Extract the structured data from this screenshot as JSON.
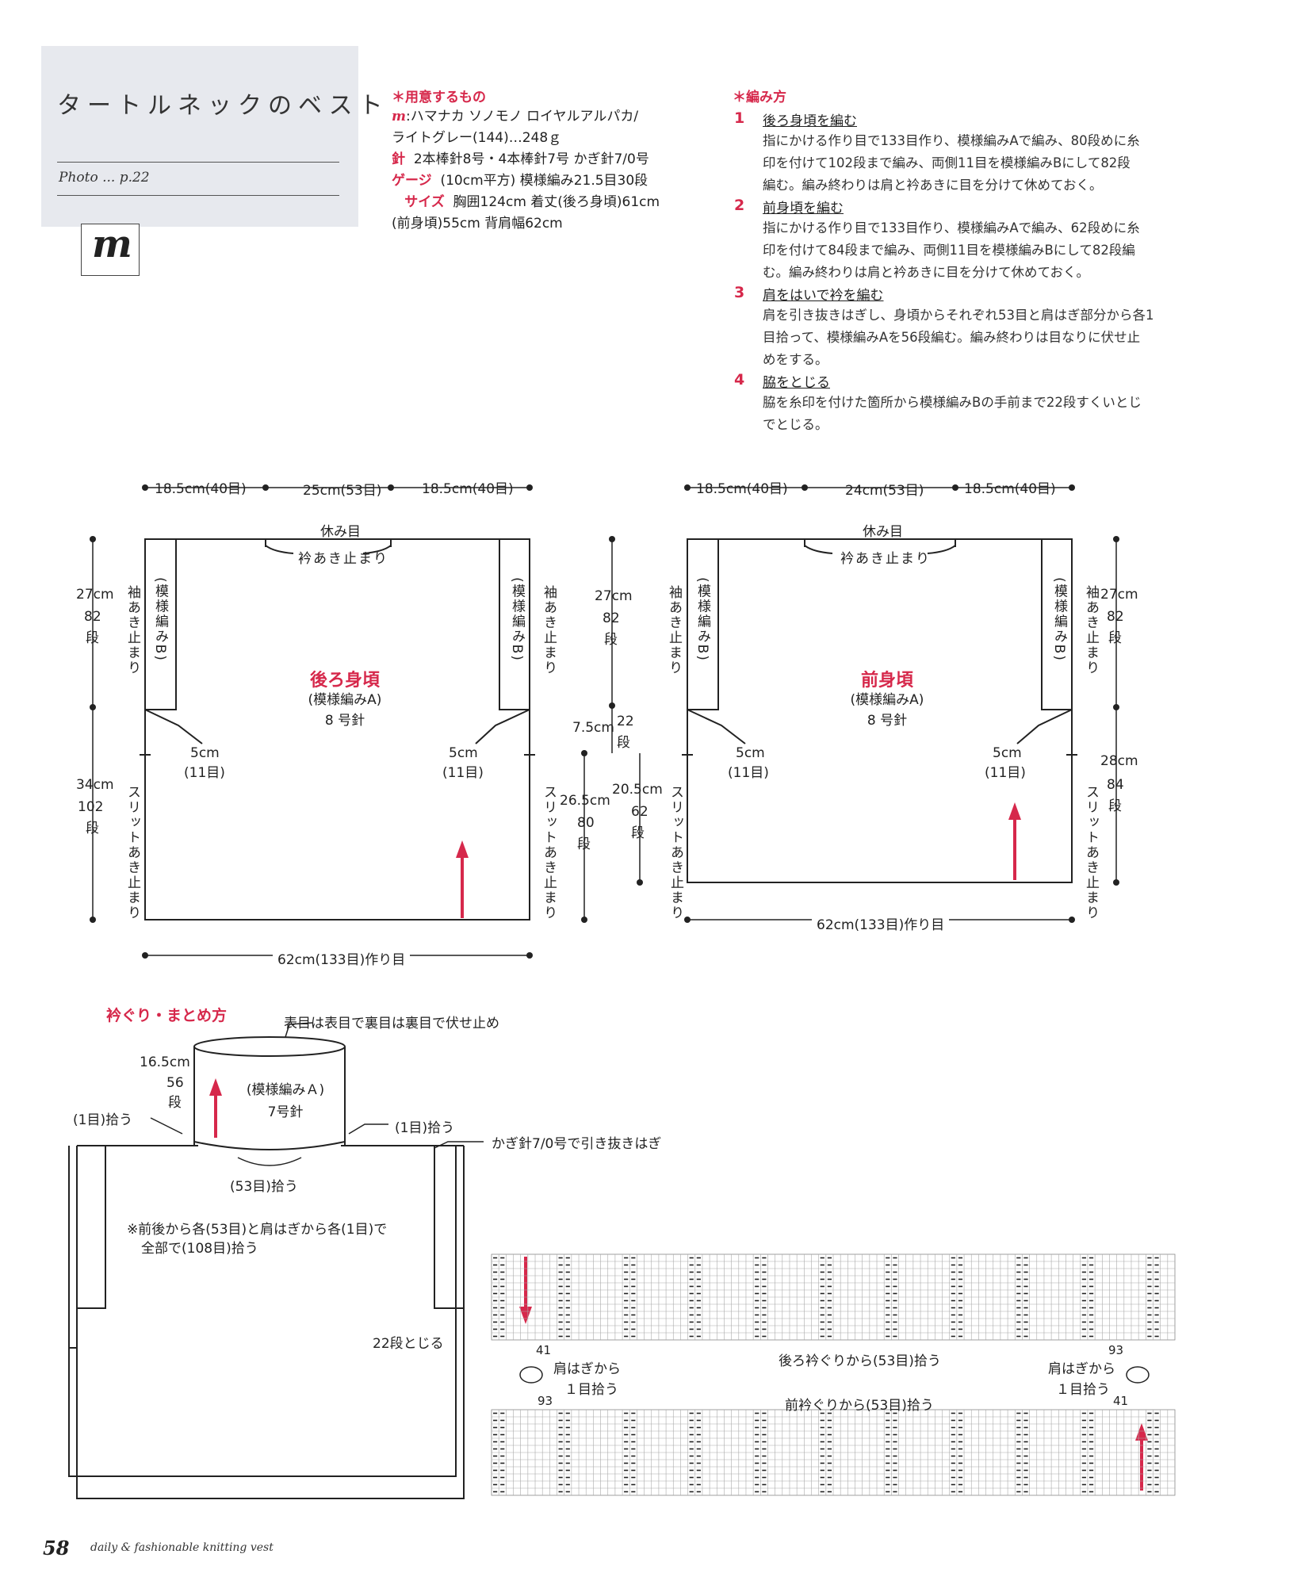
{
  "header": {
    "title": "タートルネックのベスト",
    "photo_ref": "Photo ... p.22",
    "brand_mark": "m"
  },
  "materials": {
    "heading": "＊用意するもの",
    "yarn_label": "m",
    "yarn_line1": ":ハマナカ ソノモノ ロイヤルアルパカ/",
    "yarn_line2": "ライトグレー(144)…248ｇ",
    "needle_label": "針",
    "needle_text": "2本棒針8号・4本棒針7号 かぎ針7/0号",
    "gauge_label": "ゲージ",
    "gauge_text": "(10cm平方) 模様編み21.5目30段",
    "size_label": "サイズ",
    "size_line1": "胸囲124cm 着丈(後ろ身頃)61cm",
    "size_line2": "(前身頃)55cm 背肩幅62cm"
  },
  "instructions": {
    "heading": "＊編み方",
    "steps": [
      {
        "num": "1",
        "title": "後ろ身頃を編む",
        "line1": "指にかける作り目で133目作り、模様編みAで編み、80段めに糸",
        "line2": "印を付けて102段まで編み、両側11目を模様編みBにして82段",
        "line3": "編む。編み終わりは肩と衿あきに目を分けて休めておく。"
      },
      {
        "num": "2",
        "title": "前身頃を編む",
        "line1": "指にかける作り目で133目作り、模様編みAで編み、62段めに糸",
        "line2": "印を付けて84段まで編み、両側11目を模様編みBにして82段編",
        "line3": "む。編み終わりは肩と衿あきに目を分けて休めておく。"
      },
      {
        "num": "3",
        "title": "肩をはいで衿を編む",
        "line1": "肩を引き抜きはぎし、身頃からそれぞれ53目と肩はぎ部分から各1",
        "line2": "目拾って、模様編みAを56段編む。編み終わりは目なりに伏せ止",
        "line3": "めをする。"
      },
      {
        "num": "4",
        "title": "脇をとじる",
        "line1": "脇を糸印を付けた箇所から模様編みBの手前まで22段すくいとじ",
        "line2": "でとじる。",
        "line3": ""
      }
    ]
  },
  "back_body": {
    "top_left": "18.5cm(40目)",
    "top_mid": "25cm(53目)",
    "top_right": "18.5cm(40目)",
    "rest": "休み目",
    "neck_stop": "衿あき止まり",
    "armhole_h": "27cm",
    "armhole_rows": "82",
    "dan": "段",
    "sleeve_stop": "袖あき止まり",
    "pattern_b": "(模様編みB)",
    "title": "後ろ身頃",
    "pattern_a": "(模様編みA)",
    "needle": "8 号針",
    "inset_cm": "5cm",
    "inset_sts": "(11目)",
    "lower_h": "34cm",
    "lower_rows": "102",
    "slit_stop": "スリットあき止まり",
    "bottom": "62cm(133目)作り目"
  },
  "middle_dims": {
    "a_cm": "27cm",
    "a_rows": "82",
    "b_cm": "7.5cm",
    "b_rows": "22",
    "c_cm": "26.5cm",
    "c_rows": "80",
    "d_cm": "20.5cm",
    "d_rows": "62",
    "dan": "段"
  },
  "front_body": {
    "top_left": "18.5cm(40目)",
    "top_mid": "24cm(53目)",
    "top_right": "18.5cm(40目)",
    "rest": "休み目",
    "neck_stop": "衿あき止まり",
    "armhole_h": "27cm",
    "armhole_rows": "82",
    "dan": "段",
    "sleeve_stop": "袖あき止まり",
    "pattern_b": "(模様編みB)",
    "title": "前身頃",
    "pattern_a": "(模様編みA)",
    "needle": "8 号針",
    "inset_cm": "5cm",
    "inset_sts": "(11目)",
    "lower_h": "28cm",
    "lower_rows": "84",
    "slit_stop": "スリットあき止まり",
    "bottom": "62cm(133目)作り目"
  },
  "assembly": {
    "heading": "衿ぐり・まとめ方",
    "bindoff": "表目は表目で裏目は裏目で伏せ止め",
    "collar_h": "16.5cm",
    "collar_rows": "56",
    "dan": "段",
    "pattern": "(模様編みＡ)",
    "needle": "7号針",
    "pick_left": "(1目)拾う",
    "pick_right": "(1目)拾う",
    "crochet": "かぎ針7/0号で引き抜きはぎ",
    "pick_53": "(53目)拾う",
    "note1": "※前後から各(53目)と肩はぎから各(1目)で",
    "note2": "全部で(108目)拾う",
    "seam": "22段とじる"
  },
  "stitch_chart": {
    "num_41_top": "41",
    "num_93_top": "93",
    "num_93_bot": "93",
    "num_41_bot": "41",
    "shoulder_left1": "肩はぎから",
    "shoulder_left2": "１目拾う",
    "shoulder_right1": "肩はぎから",
    "shoulder_right2": "１目拾う",
    "back_pick": "後ろ衿ぐりから(53目)拾う",
    "front_pick": "前衿ぐりから(53目)拾う"
  },
  "footer": {
    "page": "58",
    "magazine": "daily & fashionable knitting vest"
  },
  "colors": {
    "accent": "#d6284b",
    "card": "#e7e9ee",
    "line": "#222222"
  }
}
